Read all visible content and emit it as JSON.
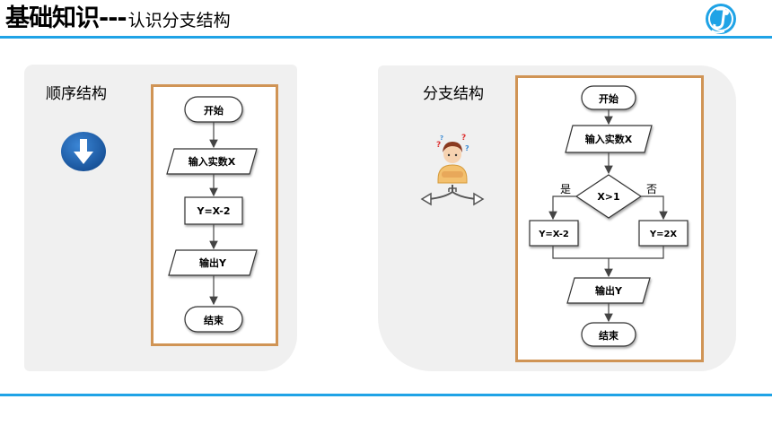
{
  "header": {
    "title_main": "基础知识---",
    "title_sub": "认识分支结构"
  },
  "left_panel": {
    "title": "顺序结构",
    "flow": {
      "start": "开始",
      "input": "输入实数X",
      "process": "Y=X-2",
      "output": "输出Y",
      "end": "结束"
    }
  },
  "right_panel": {
    "title": "分支结构",
    "flow": {
      "start": "开始",
      "input": "输入实数X",
      "condition": "X>1",
      "yes_label": "是",
      "no_label": "否",
      "yes_process": "Y=X-2",
      "no_process": "Y=2X",
      "output": "输出Y",
      "end": "结束"
    }
  },
  "colors": {
    "accent": "#1fa3e6",
    "frame_border": "#d09455",
    "panel_bg": "#f0f0f0",
    "arrow_icon": "#1f5fa8"
  }
}
